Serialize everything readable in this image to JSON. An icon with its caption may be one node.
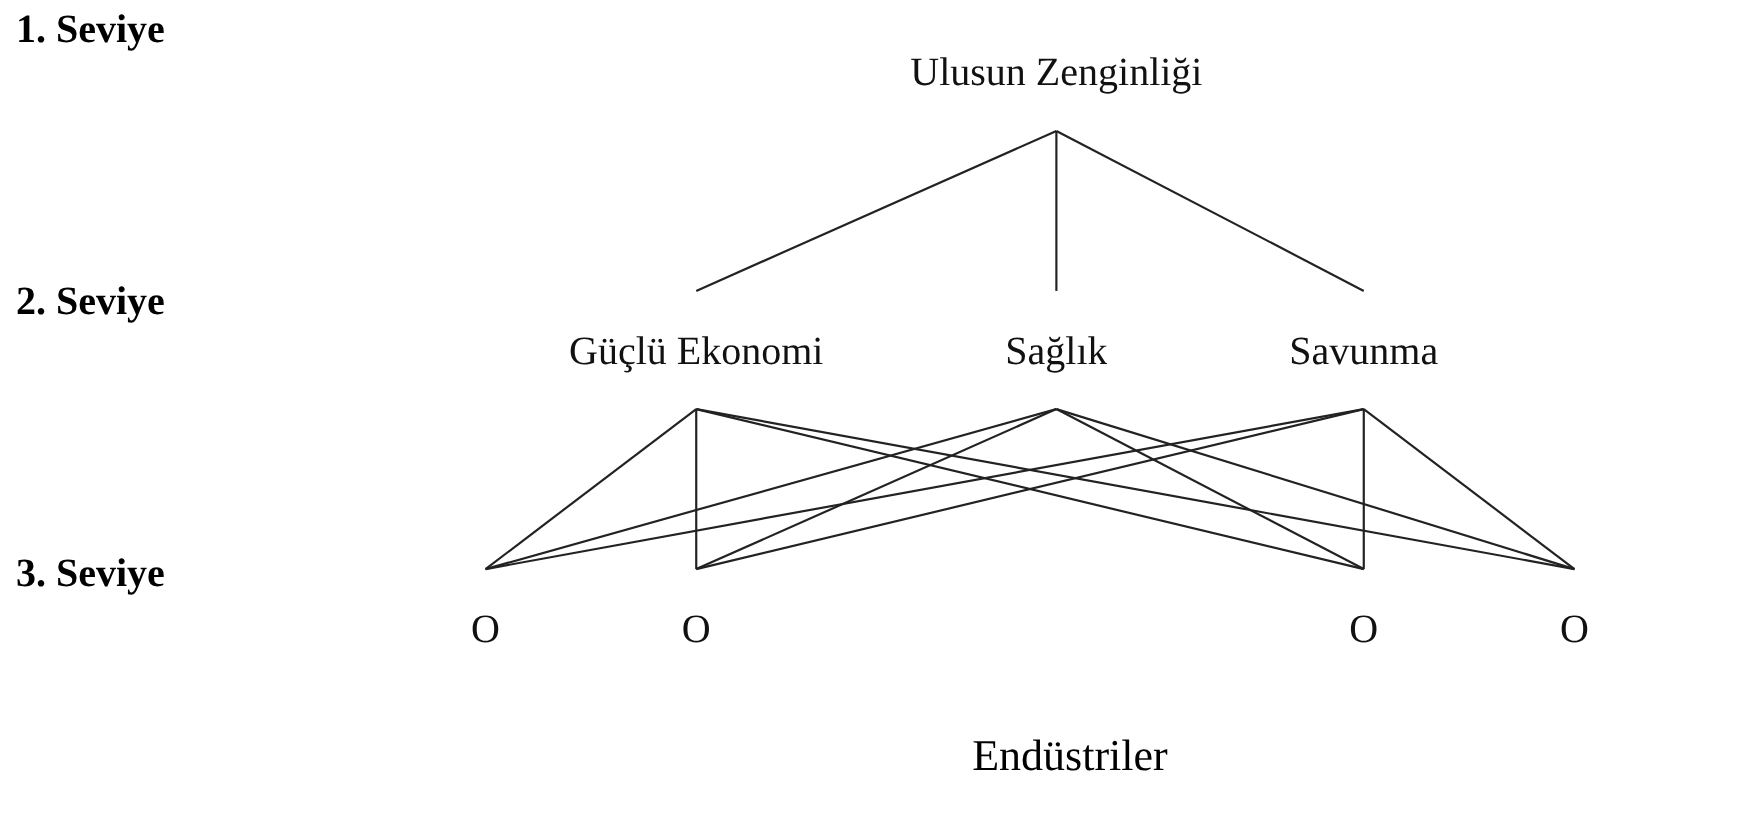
{
  "diagram": {
    "nodes": [
      {
        "text": [
          "Ulusun Zenginliği"
        ]
      },
      {
        "text": [
          "Güçlü Ekonomi"
        ]
      },
      {
        "text": [
          "Sağlık"
        ]
      },
      {
        "text": [
          "Savunma"
        ]
      },
      {
        "text": [
          "O"
        ]
      },
      {
        "text": [
          "O"
        ]
      },
      {
        "text": [
          "O"
        ]
      },
      {
        "text": [
          "O"
        ]
      }
    ],
    "edges": [
      {
        "from": 0,
        "to": 1,
        "arrow": "none"
      },
      {
        "from": 0,
        "to": 2,
        "arrow": "none"
      },
      {
        "from": 0,
        "to": 3,
        "arrow": "none"
      },
      {
        "from": 1,
        "to": 4,
        "arrow": "none"
      },
      {
        "from": 1,
        "to": 5,
        "arrow": "none"
      },
      {
        "from": 1,
        "to": 6,
        "arrow": "none"
      },
      {
        "from": 1,
        "to": 7,
        "arrow": "none"
      },
      {
        "from": 2,
        "to": 4,
        "arrow": "none"
      },
      {
        "from": 2,
        "to": 5,
        "arrow": "none"
      },
      {
        "from": 2,
        "to": 6,
        "arrow": "none"
      },
      {
        "from": 2,
        "to": 7,
        "arrow": "none"
      },
      {
        "from": 3,
        "to": 4,
        "arrow": "none"
      },
      {
        "from": 3,
        "to": 5,
        "arrow": "none"
      },
      {
        "from": 3,
        "to": 6,
        "arrow": "none"
      },
      {
        "from": 3,
        "to": 7,
        "arrow": "none"
      }
    ],
    "labels": [
      "1. Seviye",
      "2. Seviye",
      "3. Seviye",
      "Endüstriler"
    ]
  }
}
